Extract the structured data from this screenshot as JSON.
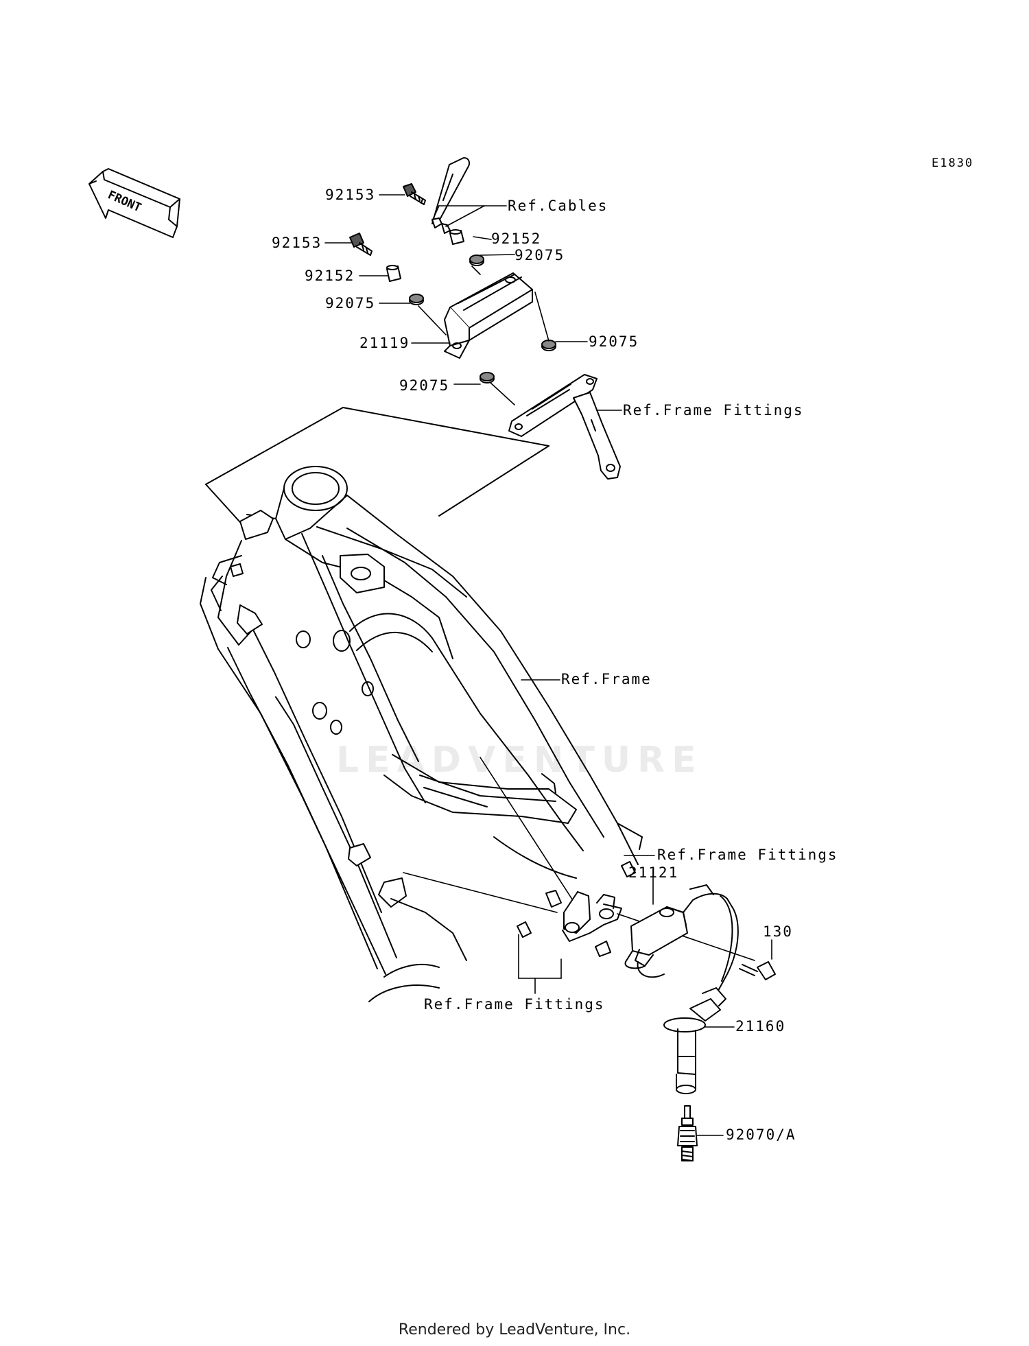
{
  "diagram": {
    "code": "E1830",
    "front_label": "FRONT",
    "watermark": "LEADVENTURE",
    "footer": "Rendered by LeadVenture, Inc.",
    "labels": {
      "bolt_upper": "92153",
      "bolt_lower": "92153",
      "collar_right": "92152",
      "collar_left": "92152",
      "grommet_top_right": "92075",
      "grommet_top_left": "92075",
      "grommet_right": "92075",
      "grommet_bottom": "92075",
      "ignitor": "21119",
      "ref_cables": "Ref.Cables",
      "ref_frame_fittings_top": "Ref.Frame Fittings",
      "ref_frame": "Ref.Frame",
      "ref_frame_fittings_mid": "Ref.Frame Fittings",
      "ignition_coil": "21121",
      "bolt_130": "130",
      "plug_cap": "21160",
      "ref_frame_fittings_bottom": "Ref.Frame Fittings",
      "spark_plug": "92070/A"
    }
  }
}
